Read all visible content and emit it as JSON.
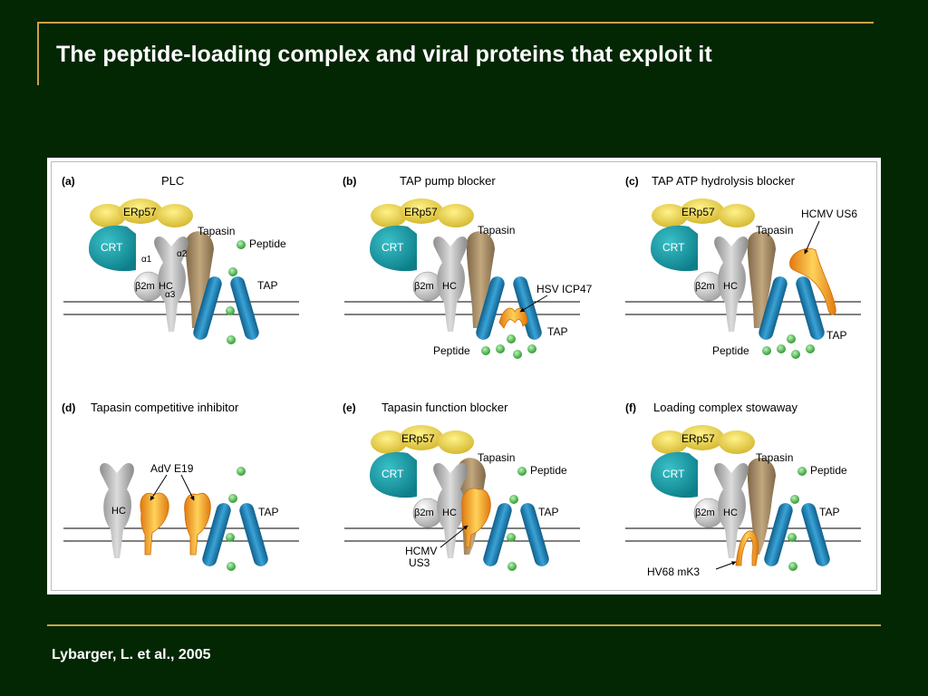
{
  "title": "The peptide-loading complex and viral proteins that exploit it",
  "citation": "Lybarger, L. et al., 2005",
  "colors": {
    "background": "#032603",
    "accent": "#c9a24a",
    "erp57": "#e6d04e",
    "crt": "#1a9aa6",
    "tapasin": "#a58a62",
    "tap": "#1f7fb3",
    "viral": "#f4a020",
    "peptide": "#5cc45c"
  },
  "labels": {
    "erp57_a": "ERp57",
    "erp57_b": "ERp57",
    "erp57_c": "ERp57",
    "erp57_e": "ERp57",
    "erp57_f": "ERp57",
    "crt": "CRT",
    "tapasin": "Tapasin",
    "peptide": "Peptide",
    "tap": "TAP",
    "hc": "HC",
    "b2m": "β2m",
    "alpha1": "α1",
    "alpha2": "α2",
    "alpha3": "α3"
  },
  "panels": {
    "a": {
      "letter": "(a)",
      "title": "PLC"
    },
    "b": {
      "letter": "(b)",
      "title": "TAP pump blocker",
      "viral": "HSV ICP47"
    },
    "c": {
      "letter": "(c)",
      "title": "TAP ATP hydrolysis blocker",
      "viral": "HCMV US6"
    },
    "d": {
      "letter": "(d)",
      "title": "Tapasin competitive inhibitor",
      "viral": "AdV E19"
    },
    "e": {
      "letter": "(e)",
      "title": "Tapasin function blocker",
      "viral_line1": "HCMV",
      "viral_line2": "US3"
    },
    "f": {
      "letter": "(f)",
      "title": "Loading complex stowaway",
      "viral": "HV68 mK3"
    }
  }
}
